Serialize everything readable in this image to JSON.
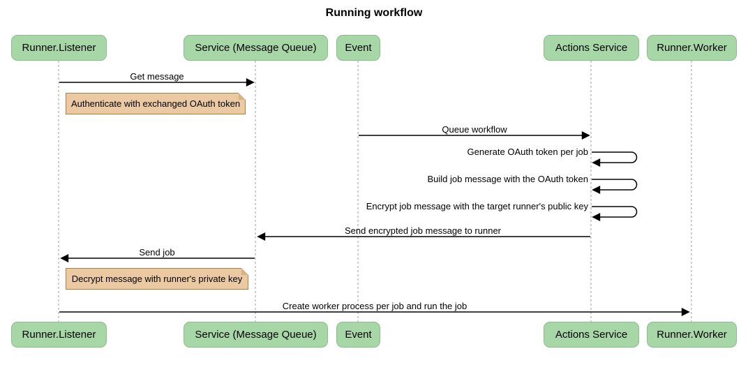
{
  "title": "Running workflow",
  "participants": [
    {
      "id": "runner-listener",
      "label": "Runner.Listener"
    },
    {
      "id": "service-message-queue",
      "label": "Service (Message Queue)"
    },
    {
      "id": "event",
      "label": "Event"
    },
    {
      "id": "actions-service",
      "label": "Actions Service"
    },
    {
      "id": "runner-worker",
      "label": "Runner.Worker"
    }
  ],
  "messages": [
    {
      "label": "Get message",
      "from": "Runner.Listener",
      "to": "Service (Message Queue)",
      "direction": "right"
    },
    {
      "label": "Queue workflow",
      "from": "Event",
      "to": "Actions Service",
      "direction": "right"
    },
    {
      "label": "Generate OAuth token per job",
      "from": "Actions Service",
      "to": "Actions Service",
      "direction": "self"
    },
    {
      "label": "Build job message with the OAuth token",
      "from": "Actions Service",
      "to": "Actions Service",
      "direction": "self"
    },
    {
      "label": "Encrypt job message with the target runner's public key",
      "from": "Actions Service",
      "to": "Actions Service",
      "direction": "self"
    },
    {
      "label": "Send encrypted job message to runner",
      "from": "Actions Service",
      "to": "Service (Message Queue)",
      "direction": "left"
    },
    {
      "label": "Send job",
      "from": "Service (Message Queue)",
      "to": "Runner.Listener",
      "direction": "left"
    },
    {
      "label": "Create worker process per job and run the job",
      "from": "Runner.Listener",
      "to": "Runner.Worker",
      "direction": "right"
    }
  ],
  "notes": [
    {
      "label": "Authenticate with exchanged OAuth token",
      "position": "right of Runner.Listener"
    },
    {
      "label": "Decrypt message with runner's private key",
      "position": "right of Runner.Listener"
    }
  ],
  "colors": {
    "participant_fill": "#a7d7a7",
    "participant_border": "#8cbc8c",
    "note_fill": "#ebc9a3",
    "note_border": "#aa8240",
    "lifeline": "#9e9e9e",
    "arrow": "#000000",
    "text": "#000000"
  }
}
